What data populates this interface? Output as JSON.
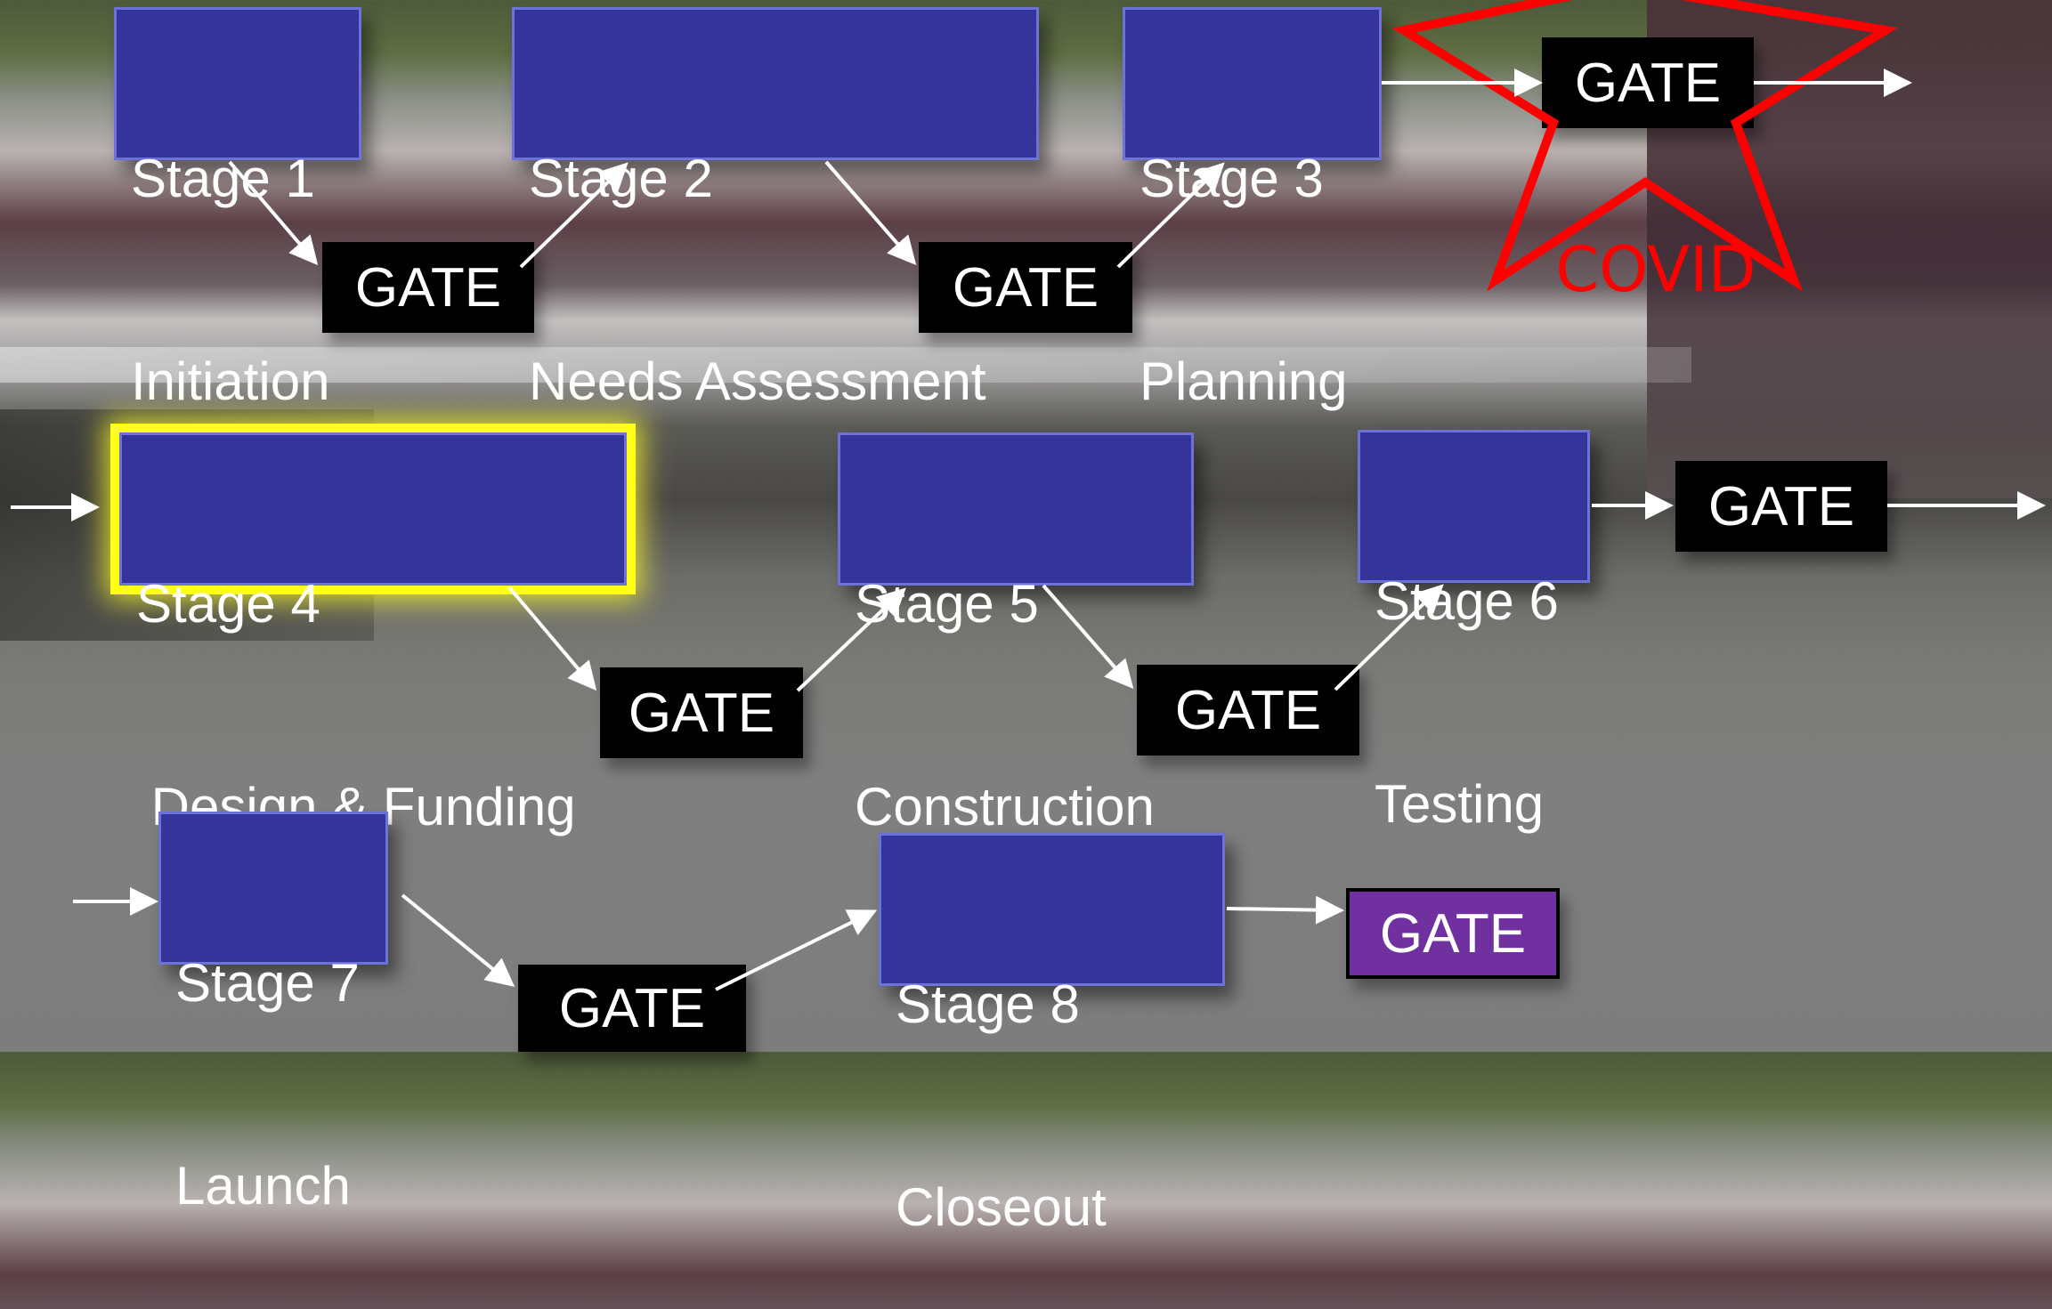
{
  "stages": [
    {
      "line1": "Stage 1",
      "line2": "Initiation"
    },
    {
      "line1": "Stage 2",
      "line2": "Needs Assessment"
    },
    {
      "line1": "Stage 3",
      "line2": "Planning"
    },
    {
      "line1": "Stage 4",
      "line2": " Design & Funding"
    },
    {
      "line1": "Stage 5",
      "line2": "Construction"
    },
    {
      "line1": "Stage 6",
      "line2": "Testing"
    },
    {
      "line1": "Stage 7",
      "line2": "Launch"
    },
    {
      "line1": "Stage 8",
      "line2": "Closeout"
    }
  ],
  "gate_label": "GATE",
  "covid_label": "COVID",
  "colors": {
    "stage_fill": "#34349a",
    "stage_border": "#6d72d8",
    "gate_fill": "#000000",
    "final_gate_fill": "#7030a0",
    "highlight": "#ffff1a",
    "covid_star": "#ff0000",
    "arrow": "#ffffff"
  }
}
